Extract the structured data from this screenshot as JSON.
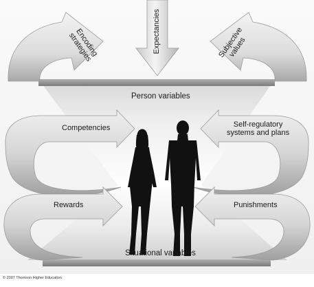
{
  "diagram": {
    "top_arrows": {
      "encoding": "Encoding strategies",
      "expectancies": "Expectancies",
      "subjective": "Subjective values"
    },
    "person_variables": "Person variables",
    "competencies": "Competencies",
    "self_regulatory_line1": "Self-regulatory",
    "self_regulatory_line2": "systems and plans",
    "rewards": "Rewards",
    "punishments": "Punishments",
    "situational_variables": "Situational variables",
    "encoding_line1": "Encoding",
    "encoding_line2": "strategies",
    "subjective_line1": "Subjective",
    "subjective_line2": "values"
  },
  "footer": {
    "copyright": "© 2007 Thomson Higher Education"
  },
  "colors": {
    "arrow_light": "#ececec",
    "arrow_dark": "#9a9a9a",
    "bar": "#8c8c8c",
    "silhouette": "#111111"
  }
}
